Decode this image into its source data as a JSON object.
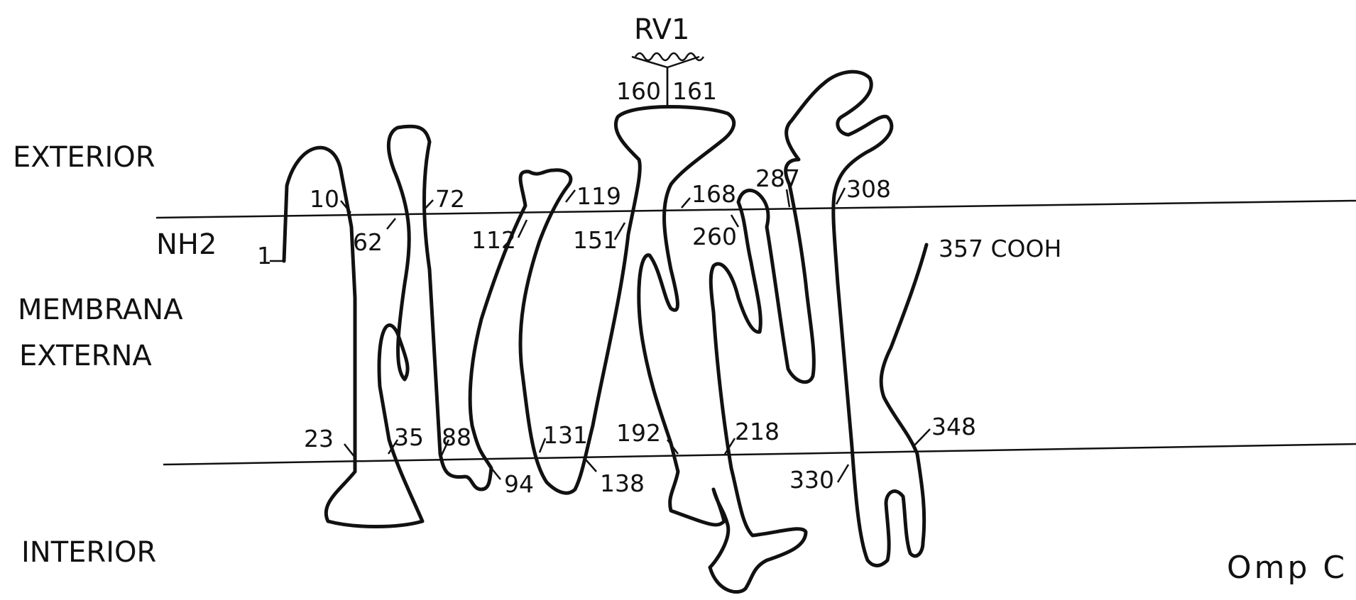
{
  "diagram": {
    "protein_name": "Omp C",
    "epitope": "RV1",
    "regions": {
      "exterior": "EXTERIOR",
      "membrane_line1": "MEMBRANA",
      "membrane_line2": "EXTERNA",
      "interior": "INTERIOR"
    },
    "termini": {
      "n_terminus": "NH2",
      "n_start": "1",
      "c_terminus": "357 COOH"
    },
    "residues": [
      "10",
      "62",
      "72",
      "23",
      "35",
      "88",
      "94",
      "112",
      "119",
      "151",
      "131",
      "138",
      "160",
      "161",
      "168",
      "192",
      "218",
      "260",
      "287",
      "308",
      "330",
      "348"
    ]
  }
}
